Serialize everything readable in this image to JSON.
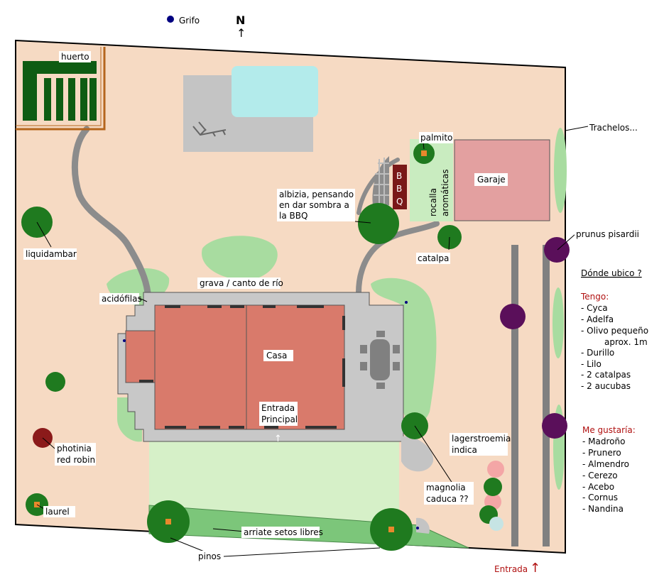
{
  "compass": {
    "letter": "N",
    "arrow": "↑"
  },
  "legend": {
    "faucet": "Grifo"
  },
  "areas": {
    "vegetable_garden": "huerto",
    "bbq_letters": [
      "B",
      "B",
      "Q"
    ],
    "rockery": [
      "rocalla",
      "aromáticas"
    ],
    "garage": "Garaje",
    "house": "Casa",
    "main_entrance": [
      "Entrada",
      "Principal"
    ],
    "gravel": "grava / canto de río",
    "hedge_bed": "arriate setos libres",
    "entrance": "Entrada",
    "entrance_arrow": "↑",
    "door_arrow": "↑"
  },
  "plants": {
    "palmito": "palmito",
    "trachelos": "Trachelos...",
    "albizia": [
      "albizia, pensando",
      "en dar sombra a",
      "la BBQ"
    ],
    "prunus": "prunus pisardii",
    "catalpa": "catalpa",
    "liquidambar": "liquidambar",
    "acidofilas": "acidófilas",
    "lagerstroemia": [
      "lagerstroemia",
      "indica"
    ],
    "magnolia": [
      "magnolia",
      "caduca ??"
    ],
    "photinia": [
      "photinia",
      "red robin"
    ],
    "laurel": "laurel",
    "pinos": "pinos"
  },
  "notes": {
    "question": "Dónde ubico ?",
    "have_title": "Tengo:",
    "have_items": [
      "- Cyca",
      "- Adelfa",
      "- Olivo pequeño",
      "aprox. 1m",
      "- Durillo",
      "- Lilo",
      "- 2 catalpas",
      "- 2 aucubas"
    ],
    "want_title": "Me gustaría:",
    "want_items": [
      "- Madroño",
      "- Prunero",
      "- Almendro",
      "- Cerezo",
      "- Acebo",
      "- Cornus",
      "- Nandina"
    ]
  }
}
